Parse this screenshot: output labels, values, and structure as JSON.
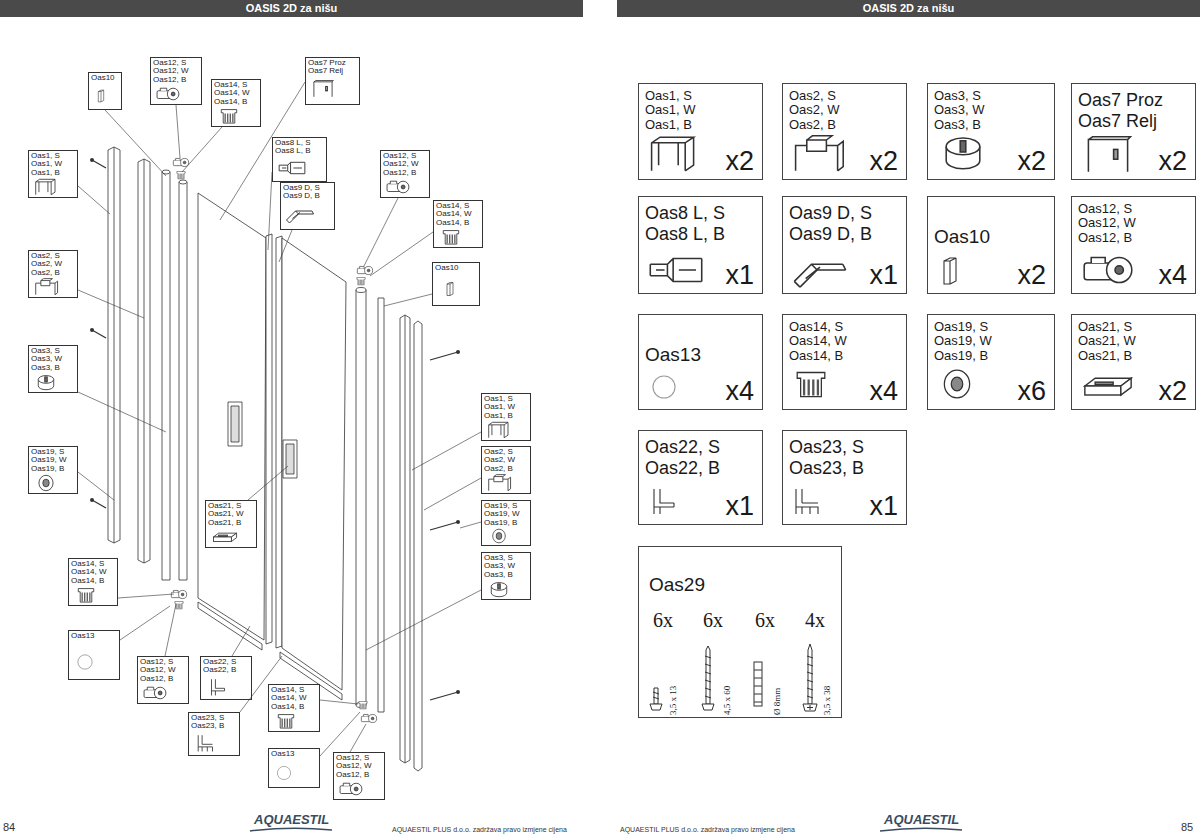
{
  "diagram": {
    "title": "OASIS 2D za nišu",
    "nodes": [
      {
        "text": [
          "Oas10"
        ]
      },
      {
        "text": [
          "Oas12, S Oas12, W Oas12, B"
        ]
      },
      {
        "text": [
          "Oas7 Proz Oas7 Relj"
        ]
      },
      {
        "text": [
          "Oas14, S Oas14, W Oas14, B"
        ]
      },
      {
        "text": [
          "Oas8 L, S Oas8 L, B"
        ]
      },
      {
        "text": [
          "Oas1, S Oas1, W Oas1, B"
        ]
      },
      {
        "text": [
          "Oas12, S Oas12, W Oas12, B"
        ]
      },
      {
        "text": [
          "Oas9 D, S Oas9 D, B"
        ]
      },
      {
        "text": [
          "Oas14, S Oas14, W Oas14, B"
        ]
      },
      {
        "text": [
          "Oas2, S Oas2, W Oas2, B"
        ]
      },
      {
        "text": [
          "Oas10"
        ]
      },
      {
        "text": [
          "Oas3, S Oas3, W Oas3, B"
        ]
      },
      {
        "text": [
          "Oas1, S Oas1, W Oas1, B"
        ]
      },
      {
        "text": [
          "Oas19, S Oas19, W Oas19, B"
        ]
      },
      {
        "text": [
          "Oas2, S Oas2, W Oas2, B"
        ]
      },
      {
        "text": [
          "Oas21, S Oas21, W Oas21, B"
        ]
      },
      {
        "text": [
          "Oas19, S Oas19, W Oas19, B"
        ]
      },
      {
        "text": [
          "Oas3, S Oas3, W Oas3, B"
        ]
      },
      {
        "text": [
          "Oas14, S Oas14, W Oas14, B"
        ]
      },
      {
        "text": [
          "Oas13"
        ]
      },
      {
        "text": [
          "Oas12, S Oas12, W Oas12, B"
        ]
      },
      {
        "text": [
          "Oas22, S Oas22, B"
        ]
      },
      {
        "text": [
          "Oas14, S Oas14, W Oas14, B"
        ]
      },
      {
        "text": [
          "Oas23, S Oas23, B"
        ]
      },
      {
        "text": [
          "Oas13"
        ]
      },
      {
        "text": [
          "Oas12, S Oas12, W Oas12, B"
        ]
      },
      {
        "text": [
          "Oas1, S Oas1, W Oas1, B",
          "x2"
        ]
      },
      {
        "text": [
          "Oas2, S Oas2, W Oas2, B",
          "x2"
        ]
      },
      {
        "text": [
          "Oas3, S Oas3, W Oas3, B",
          "x2"
        ]
      },
      {
        "text": [
          "Oas7 Proz Oas7 Relj",
          "x2"
        ]
      },
      {
        "text": [
          "Oas8 L, S Oas8 L, B",
          "x1"
        ]
      },
      {
        "text": [
          "Oas9 D, S Oas9 D, B",
          "x1"
        ]
      },
      {
        "text": [
          "Oas10",
          "x2"
        ]
      },
      {
        "text": [
          "Oas12, S Oas12, W Oas12, B",
          "x4"
        ]
      },
      {
        "text": [
          "Oas13",
          "x4"
        ]
      },
      {
        "text": [
          "Oas14, S Oas14, W Oas14, B",
          "x4"
        ]
      },
      {
        "text": [
          "Oas19, S Oas19, W Oas19, B",
          "x6"
        ]
      },
      {
        "text": [
          "Oas21, S Oas21, W Oas21, B",
          "x2"
        ]
      },
      {
        "text": [
          "Oas22, S Oas22, B",
          "x1"
        ]
      },
      {
        "text": [
          "Oas23, S Oas23, B",
          "x1"
        ]
      },
      {
        "text": [
          "Oas29",
          "6x",
          "6x",
          "6x",
          "4x",
          "3,5 x 13",
          "4,5 x 60",
          "Ø 8mm",
          "3,5 x 38"
        ]
      }
    ],
    "labels": [
      "OASIS 2D za nišu",
      "84",
      "AQUAESTIL",
      "AQUAESTIL PLUS d.o.o. zadržava pravo izmjene cijena",
      "AQUAESTIL PLUS d.o.o. zadržava pravo izmjene cijena",
      "AQUAESTIL",
      "85"
    ]
  }
}
